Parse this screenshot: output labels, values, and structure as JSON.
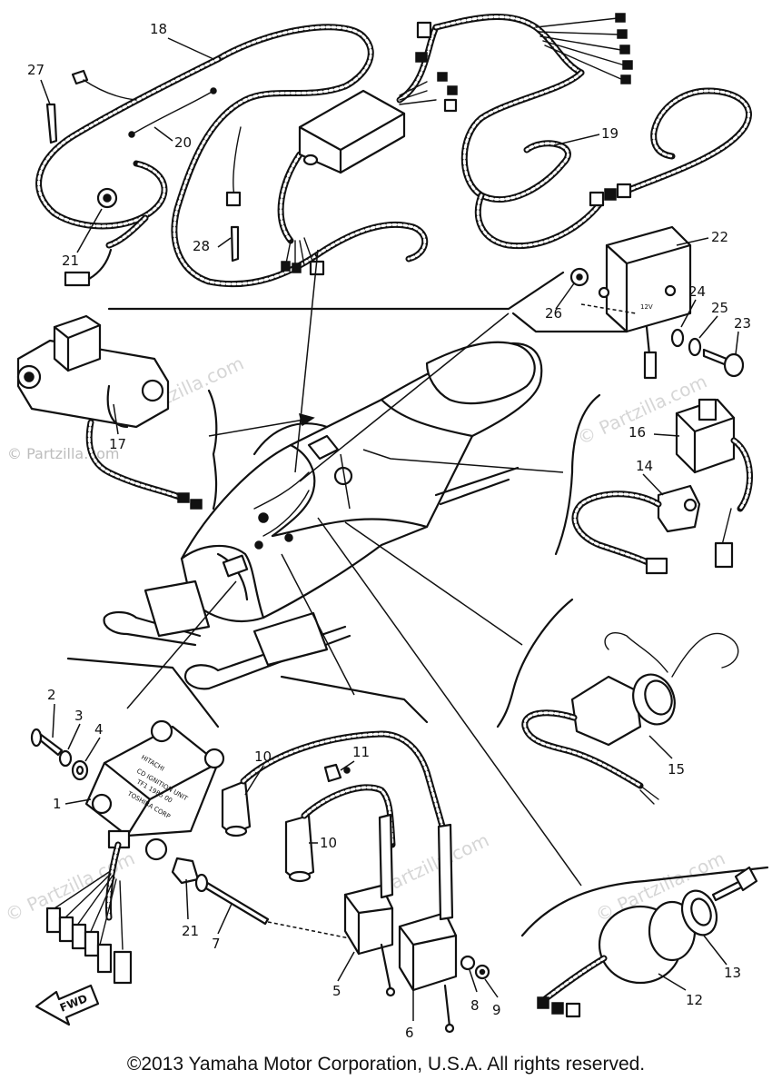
{
  "diagram": {
    "watermark": "© Partzilla.com",
    "copyright": "©2013 Yamaha Motor Corporation, U.S.A. All rights reserved.",
    "fwd_label": "FWD",
    "ignition_unit_text": [
      "HITACHI",
      "CD IGNITION UNIT",
      "TF1 1985 00",
      "TOSHIBA CORP"
    ],
    "regulator_mark": "12V",
    "part_labels": {
      "p1": "1",
      "p2": "2",
      "p3": "3",
      "p4": "4",
      "p5": "5",
      "p6": "6",
      "p7": "7",
      "p8": "8",
      "p9": "9",
      "p10a": "10",
      "p10b": "10",
      "p11": "11",
      "p12": "12",
      "p13": "13",
      "p14": "14",
      "p15": "15",
      "p16": "16",
      "p17": "17",
      "p18": "18",
      "p19": "19",
      "p20": "20",
      "p21a": "21",
      "p21b": "21",
      "p22": "22",
      "p23": "23",
      "p24": "24",
      "p25": "25",
      "p26": "26",
      "p27": "27",
      "p28": "28"
    }
  }
}
